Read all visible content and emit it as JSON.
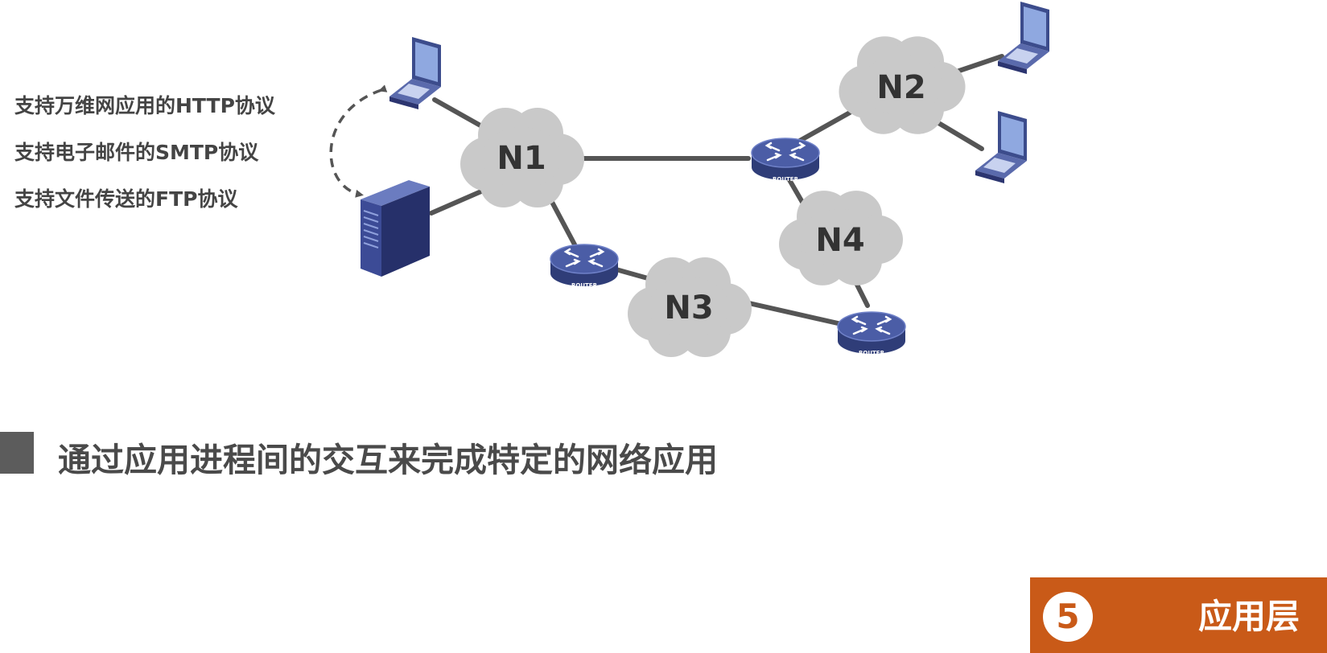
{
  "protocols": [
    "支持万维网应用的HTTP协议",
    "支持电子邮件的SMTP协议",
    "支持文件传送的FTP协议"
  ],
  "network": {
    "clouds": [
      "N1",
      "N2",
      "N3",
      "N4"
    ],
    "router_label": "ROUTER"
  },
  "heading": "通过应用进程间的交互来完成特定的网络应用",
  "layer": {
    "number": "5",
    "name": "应用层"
  },
  "colors": {
    "accent": "#c95a18",
    "router": "#3f4f8f",
    "cloud": "#c9c9c9",
    "link": "#555555"
  }
}
